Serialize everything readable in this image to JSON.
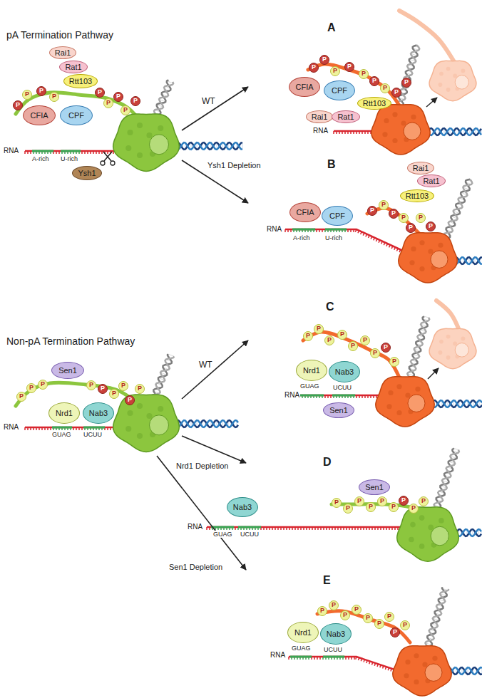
{
  "diagram": {
    "nodes": [
      {
        "text": [
          "CFIA"
        ]
      },
      {
        "text": [
          "CPF"
        ]
      },
      {
        "text": [
          "Rtt103"
        ]
      },
      {
        "text": [
          "Rat1"
        ]
      },
      {
        "text": [
          "Rai1"
        ]
      },
      {
        "text": [
          "Ysh1"
        ]
      },
      {
        "text": [
          "P"
        ]
      },
      {
        "text": [
          "P"
        ]
      },
      {
        "text": [
          "P"
        ]
      },
      {
        "text": [
          "P"
        ]
      },
      {
        "text": [
          "P"
        ]
      },
      {
        "text": [
          "P"
        ]
      },
      {
        "text": [
          "P"
        ]
      },
      {
        "text": [
          "P"
        ]
      },
      {
        "text": [
          "P"
        ]
      },
      {
        "text": [
          "CFIA"
        ]
      },
      {
        "text": [
          "CPF"
        ]
      },
      {
        "text": [
          "Rtt103"
        ]
      },
      {
        "text": [
          "Rai1"
        ]
      },
      {
        "text": [
          "Rat1"
        ]
      },
      {
        "text": [
          "P"
        ]
      },
      {
        "text": [
          "P"
        ]
      },
      {
        "text": [
          "P"
        ]
      },
      {
        "text": [
          "P"
        ]
      },
      {
        "text": [
          "P"
        ]
      },
      {
        "text": [
          "P"
        ]
      },
      {
        "text": [
          "P"
        ]
      },
      {
        "text": [
          "P"
        ]
      },
      {
        "text": [
          "P"
        ]
      },
      {
        "text": [
          "Rai1"
        ]
      },
      {
        "text": [
          "Rat1"
        ]
      },
      {
        "text": [
          "Rtt103"
        ]
      },
      {
        "text": [
          "CFIA"
        ]
      },
      {
        "text": [
          "CPF"
        ]
      },
      {
        "text": [
          "P"
        ]
      },
      {
        "text": [
          "P"
        ]
      },
      {
        "text": [
          "P"
        ]
      },
      {
        "text": [
          "P"
        ]
      },
      {
        "text": [
          "P"
        ]
      },
      {
        "text": [
          "P"
        ]
      },
      {
        "text": [
          "P"
        ]
      },
      {
        "text": [
          "Sen1"
        ]
      },
      {
        "text": [
          "Nrd1"
        ]
      },
      {
        "text": [
          "Nab3"
        ]
      },
      {
        "text": [
          "P"
        ]
      },
      {
        "text": [
          "P"
        ]
      },
      {
        "text": [
          "P"
        ]
      },
      {
        "text": [
          "P"
        ]
      },
      {
        "text": [
          "P"
        ]
      },
      {
        "text": [
          "P"
        ]
      },
      {
        "text": [
          "P"
        ]
      },
      {
        "text": [
          "P"
        ]
      },
      {
        "text": [
          "P"
        ]
      },
      {
        "text": [
          "Nrd1"
        ]
      },
      {
        "text": [
          "Nab3"
        ]
      },
      {
        "text": [
          "Sen1"
        ]
      },
      {
        "text": [
          "P"
        ]
      },
      {
        "text": [
          "P"
        ]
      },
      {
        "text": [
          "P"
        ]
      },
      {
        "text": [
          "P"
        ]
      },
      {
        "text": [
          "P"
        ]
      },
      {
        "text": [
          "P"
        ]
      },
      {
        "text": [
          "P"
        ]
      },
      {
        "text": [
          "P"
        ]
      },
      {
        "text": [
          "P"
        ]
      },
      {
        "text": [
          "Sen1"
        ]
      },
      {
        "text": [
          "Nab3"
        ]
      },
      {
        "text": [
          "P"
        ]
      },
      {
        "text": [
          "P"
        ]
      },
      {
        "text": [
          "P"
        ]
      },
      {
        "text": [
          "P"
        ]
      },
      {
        "text": [
          "P"
        ]
      },
      {
        "text": [
          "P"
        ]
      },
      {
        "text": [
          "P"
        ]
      },
      {
        "text": [
          "P"
        ]
      },
      {
        "text": [
          "P"
        ]
      },
      {
        "text": [
          "Nrd1"
        ]
      },
      {
        "text": [
          "Nab3"
        ]
      },
      {
        "text": [
          "P"
        ]
      },
      {
        "text": [
          "P"
        ]
      },
      {
        "text": [
          "P"
        ]
      },
      {
        "text": [
          "P"
        ]
      },
      {
        "text": [
          "P"
        ]
      },
      {
        "text": [
          "P"
        ]
      },
      {
        "text": [
          "P"
        ]
      },
      {
        "text": [
          "P"
        ]
      },
      {
        "text": [
          "P"
        ]
      }
    ],
    "labels": [
      "pA Termination Pathway",
      "RNA",
      "A-rich",
      "U-rich",
      "WT",
      "Ysh1 Depletion",
      "A",
      "RNA",
      "B",
      "RNA",
      "A-rich",
      "U-rich",
      "Non-pA Termination Pathway",
      "RNA",
      "GUAG",
      "UCUU",
      "WT",
      "Nrd1 Depletion",
      "Sen1 Depletion",
      "C",
      "RNA",
      "GUAG",
      "UCUU",
      "D",
      "RNA",
      "GUAG",
      "UCUU",
      "E",
      "RNA",
      "GUAG",
      "UCUU"
    ]
  }
}
